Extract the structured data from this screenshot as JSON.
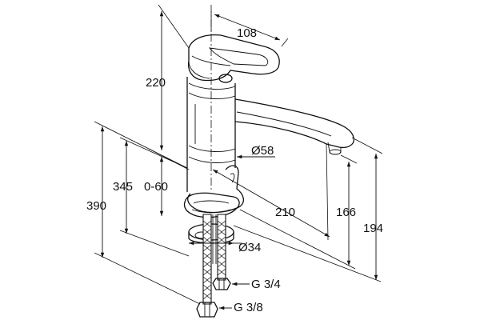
{
  "drawing": {
    "dimensions": {
      "width_top": "108",
      "height_lever": "220",
      "height_total_left": "390",
      "height_345": "345",
      "range_0_60": "0-60",
      "body_diameter": "Ø58",
      "spout_reach": "210",
      "spout_height_166": "166",
      "spout_height_194": "194",
      "hole_diameter": "Ø34",
      "thread_upper": "G 3/4",
      "thread_lower": "G 3/8"
    },
    "colors": {
      "line": "#111111",
      "background": "#ffffff"
    }
  }
}
